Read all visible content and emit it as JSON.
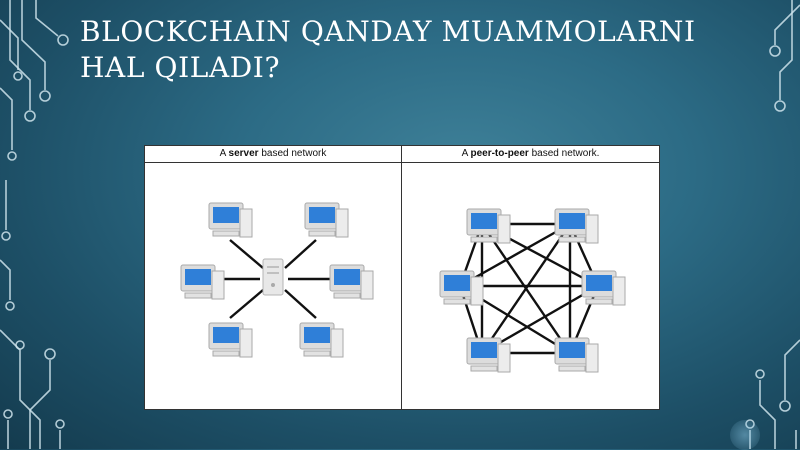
{
  "slide": {
    "title": "BLOCKCHAIN QANDAY MUAMMOLARNI HAL QILADI?"
  },
  "figure": {
    "left_caption": {
      "prefix": "A ",
      "bold": "server",
      "suffix": " based network"
    },
    "right_caption": {
      "prefix": "A ",
      "bold": "peer-to-peer",
      "suffix": " based network."
    }
  },
  "icons": {
    "computer": "computer-icon",
    "server": "server-icon"
  },
  "colors": {
    "background": "#2c6b85",
    "title": "#ffffff",
    "screen": "#2f7fd8",
    "link": "#111111"
  }
}
